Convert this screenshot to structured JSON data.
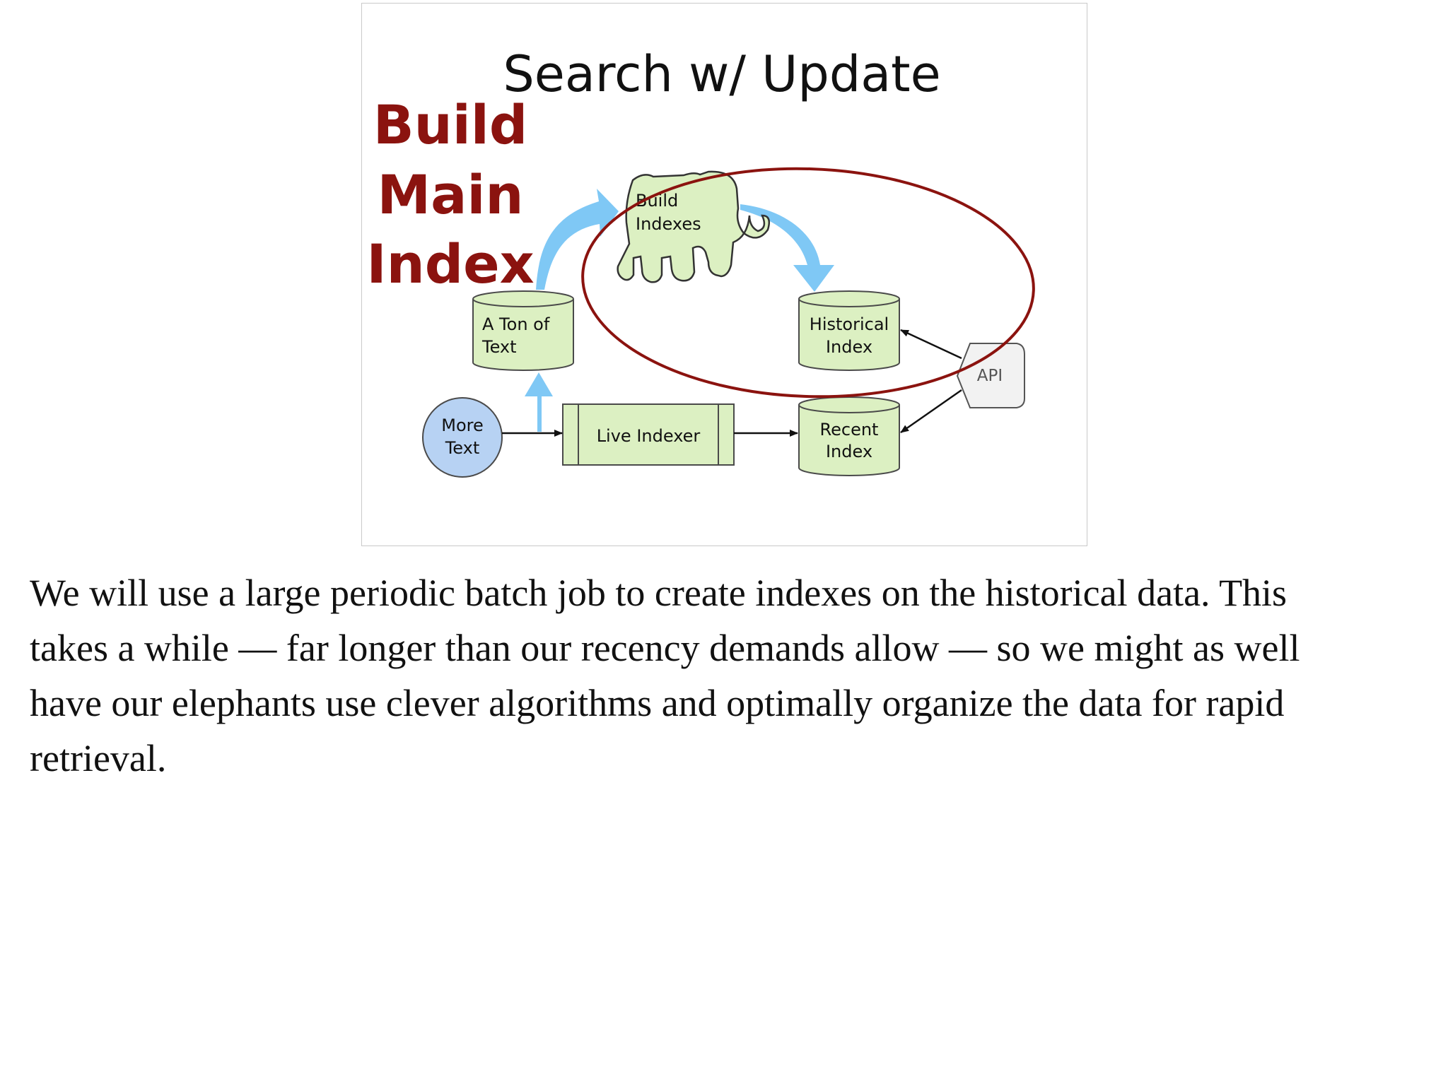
{
  "slide": {
    "title": "Search w/ Update",
    "overlay_words": [
      "Build",
      "Main",
      "Index"
    ],
    "nodes": {
      "ton_of_text": [
        "A Ton of",
        "Text"
      ],
      "build_indexes": [
        "Build",
        "Indexes"
      ],
      "historical_index": [
        "Historical",
        "Index"
      ],
      "more_text": [
        "More",
        "Text"
      ],
      "live_indexer": "Live Indexer",
      "recent_index": [
        "Recent",
        "Index"
      ],
      "api": "API"
    },
    "colors": {
      "node_fill": "#dcf0c2",
      "node_stroke": "#4a4a4a",
      "more_text_fill": "#b7d2f3",
      "flow_arrow": "#7fc8f5",
      "highlight_ellipse": "#8b130f",
      "overlay_text": "#8b130f"
    }
  },
  "notes": {
    "lines": [
      "We will use a large periodic batch job to create indexes on the historical data. This",
      "takes a while — far longer than our recency demands allow — so we might as well",
      "have our elephants use clever algorithms and optimally organize the data for rapid",
      "retrieval."
    ]
  }
}
